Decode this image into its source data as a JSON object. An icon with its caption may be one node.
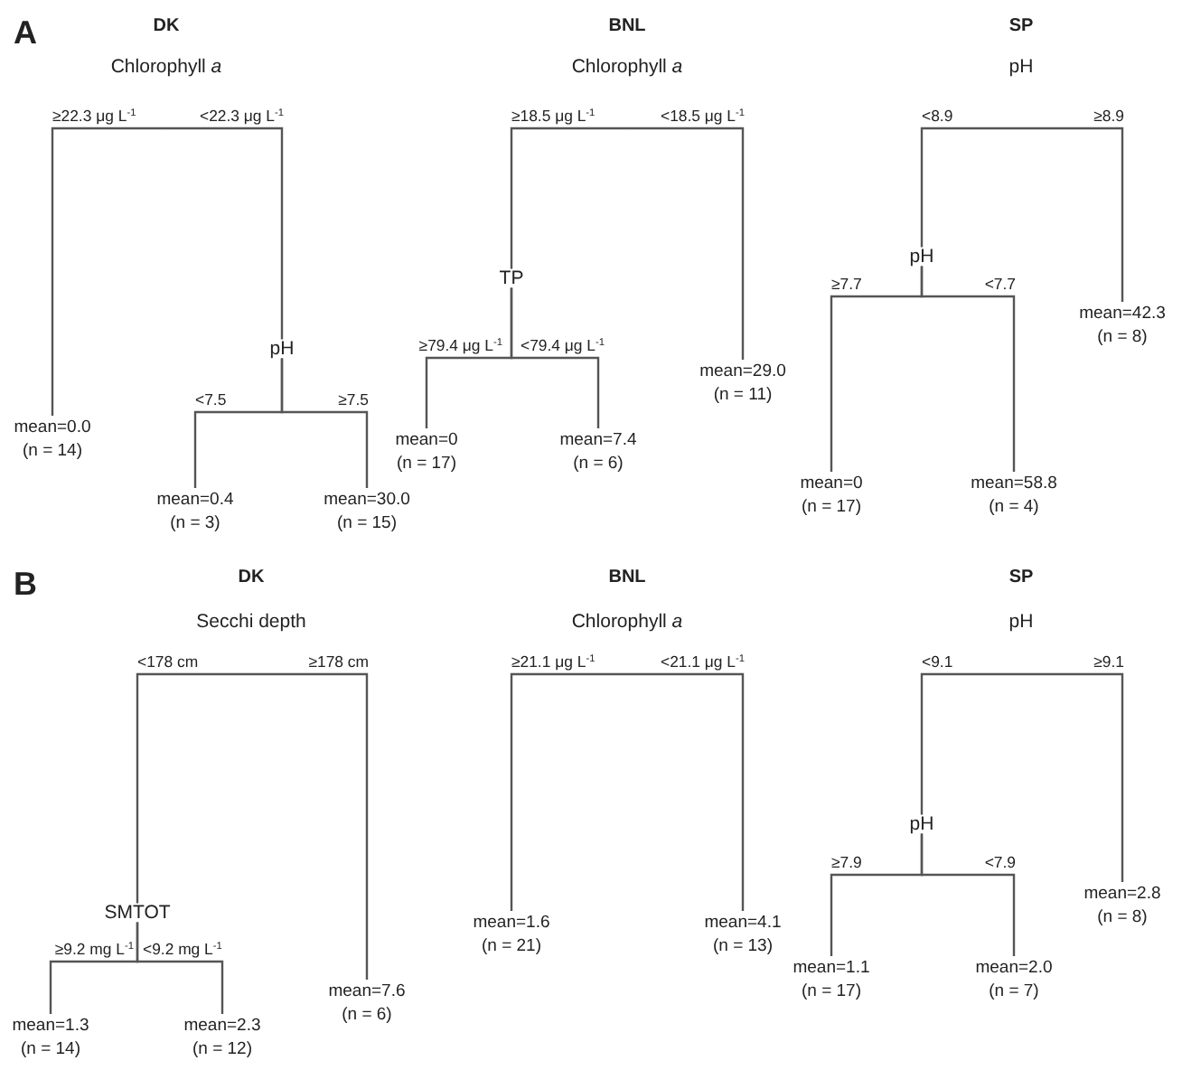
{
  "diagram": {
    "nodes": [
      {
        "text": [
          "Chlorophyll *a*"
        ]
      },
      {
        "text": [
          "mean=0.0",
          "(n = 14)"
        ]
      },
      {
        "text": [
          "pH"
        ]
      },
      {
        "text": [
          "mean=0.4",
          "(n = 3)"
        ]
      },
      {
        "text": [
          "mean=30.0",
          "(n = 15)"
        ]
      },
      {
        "text": [
          "Chlorophyll *a*"
        ]
      },
      {
        "text": [
          "TP"
        ]
      },
      {
        "text": [
          "mean=0",
          "(n = 17)"
        ]
      },
      {
        "text": [
          "mean=7.4",
          "(n = 6)"
        ]
      },
      {
        "text": [
          "mean=29.0",
          "(n = 11)"
        ]
      },
      {
        "text": [
          "pH"
        ]
      },
      {
        "text": [
          "pH"
        ]
      },
      {
        "text": [
          "mean=0",
          "(n = 17)"
        ]
      },
      {
        "text": [
          "mean=58.8",
          "(n = 4)"
        ]
      },
      {
        "text": [
          "mean=42.3",
          "(n = 8)"
        ]
      },
      {
        "text": [
          "Secchi depth"
        ]
      },
      {
        "text": [
          "SMTOT"
        ]
      },
      {
        "text": [
          "mean=1.3",
          "(n = 14)"
        ]
      },
      {
        "text": [
          "mean=2.3",
          "(n = 12)"
        ]
      },
      {
        "text": [
          "mean=7.6",
          "(n = 6)"
        ]
      },
      {
        "text": [
          "Chlorophyll *a*"
        ]
      },
      {
        "text": [
          "mean=1.6",
          "(n = 21)"
        ]
      },
      {
        "text": [
          "mean=4.1",
          "(n = 13)"
        ]
      },
      {
        "text": [
          "pH"
        ]
      },
      {
        "text": [
          "pH"
        ]
      },
      {
        "text": [
          "mean=1.1",
          "(n = 17)"
        ]
      },
      {
        "text": [
          "mean=2.0",
          "(n = 7)"
        ]
      },
      {
        "text": [
          "mean=2.8",
          "(n = 8)"
        ]
      }
    ],
    "edges": [
      {
        "from": 0,
        "to": 1,
        "arrow": "none",
        "label": "≥22.3 μg L$^{-1}$"
      },
      {
        "from": 0,
        "to": 2,
        "arrow": "none",
        "label": "<22.3 μg L$^{-1}$"
      },
      {
        "from": 2,
        "to": 3,
        "arrow": "none",
        "label": "<7.5"
      },
      {
        "from": 2,
        "to": 4,
        "arrow": "none",
        "label": "≥7.5"
      },
      {
        "from": 5,
        "to": 6,
        "arrow": "none",
        "label": "≥18.5 μg L$^{-1}$"
      },
      {
        "from": 5,
        "to": 9,
        "arrow": "none",
        "label": "<18.5 μg L$^{-1}$"
      },
      {
        "from": 6,
        "to": 7,
        "arrow": "none",
        "label": "≥79.4 μg L$^{-1}$"
      },
      {
        "from": 6,
        "to": 8,
        "arrow": "none",
        "label": "<79.4 μg L$^{-1}$"
      },
      {
        "from": 10,
        "to": 11,
        "arrow": "none",
        "label": "<8.9"
      },
      {
        "from": 10,
        "to": 14,
        "arrow": "none",
        "label": "≥8.9"
      },
      {
        "from": 11,
        "to": 12,
        "arrow": "none",
        "label": "≥7.7"
      },
      {
        "from": 11,
        "to": 13,
        "arrow": "none",
        "label": "<7.7"
      },
      {
        "from": 15,
        "to": 16,
        "arrow": "none",
        "label": "<178 cm"
      },
      {
        "from": 15,
        "to": 19,
        "arrow": "none",
        "label": "≥178 cm"
      },
      {
        "from": 16,
        "to": 17,
        "arrow": "none",
        "label": "≥9.2 mg L$^{-1}$"
      },
      {
        "from": 16,
        "to": 18,
        "arrow": "none",
        "label": "<9.2 mg L$^{-1}$"
      },
      {
        "from": 20,
        "to": 21,
        "arrow": "none",
        "label": "≥21.1 μg L$^{-1}$"
      },
      {
        "from": 20,
        "to": 22,
        "arrow": "none",
        "label": "<21.1 μg L$^{-1}$"
      },
      {
        "from": 23,
        "to": 24,
        "arrow": "none",
        "label": "<9.1"
      },
      {
        "from": 23,
        "to": 27,
        "arrow": "none",
        "label": "≥9.1"
      },
      {
        "from": 24,
        "to": 25,
        "arrow": "none",
        "label": "≥7.9"
      },
      {
        "from": 24,
        "to": 26,
        "arrow": "none",
        "label": "<7.9"
      }
    ],
    "labels": [
      "A",
      "DK",
      "BNL",
      "SP",
      "B",
      "DK",
      "BNL",
      "SP"
    ]
  }
}
